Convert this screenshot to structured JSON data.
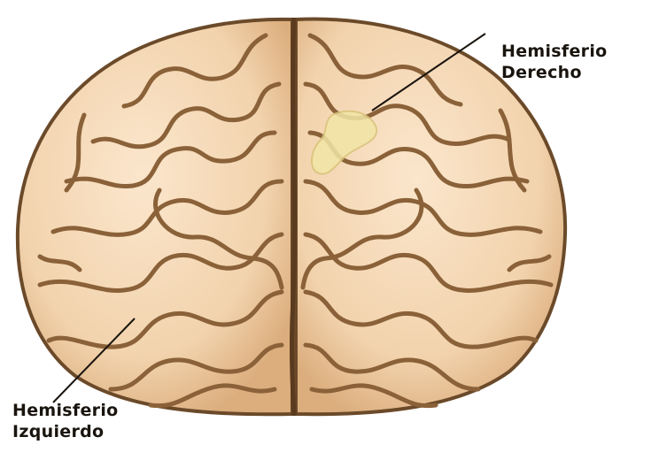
{
  "labels": {
    "right": {
      "line1": "Hemisferio",
      "line2": "Derecho"
    },
    "left": {
      "line1": "Hemisferio",
      "line2": "Izquierdo"
    }
  },
  "colors": {
    "background": "#ffffff",
    "brain_fill": "#f5d9b8",
    "brain_outline": "#6b4a2a",
    "sulcus": "#8a6138",
    "highlight": "#f2e6a6",
    "leader_line": "#1a140e"
  },
  "icons": [
    "brain-illustration"
  ]
}
